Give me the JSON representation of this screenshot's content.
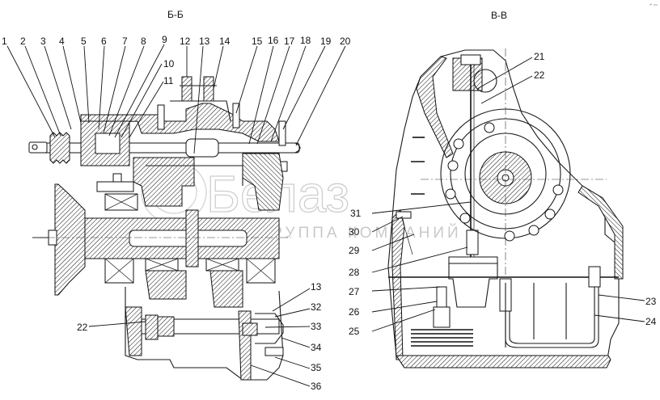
{
  "drawing": {
    "views": [
      {
        "id": "section-bb",
        "title": "Б-Б"
      },
      {
        "id": "section-vv",
        "title": "В-В"
      }
    ],
    "watermark": {
      "brand": "Белаз",
      "subtitle": "ГРУППА КОМПАНИЙ"
    },
    "callouts": {
      "view_bb_top": [
        "1",
        "2",
        "3",
        "4",
        "5",
        "6",
        "7",
        "8",
        "9",
        "12",
        "13",
        "14",
        "15",
        "16",
        "17",
        "18",
        "19",
        "20"
      ],
      "view_bb_side": [
        "10",
        "11"
      ],
      "view_bb_bottom_left": [
        "22"
      ],
      "view_bb_bottom_right": [
        "13",
        "32",
        "33",
        "34",
        "35",
        "36"
      ],
      "view_vv_top": [
        "21",
        "22"
      ],
      "view_vv_left": [
        "31",
        "30",
        "29",
        "28",
        "27",
        "26",
        "25"
      ],
      "view_vv_right": [
        "23",
        "24"
      ]
    }
  }
}
